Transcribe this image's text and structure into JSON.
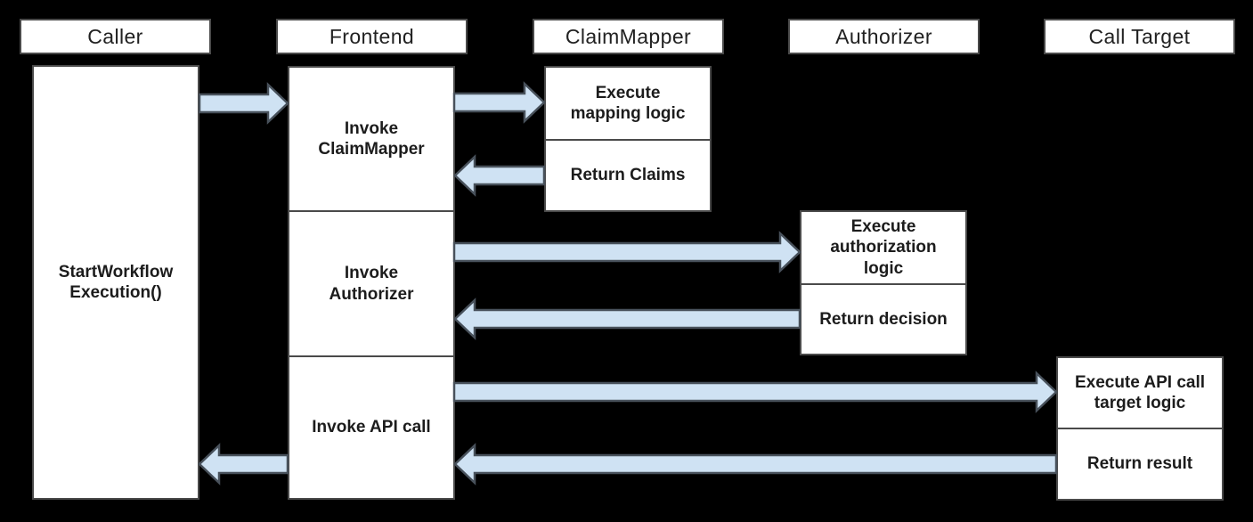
{
  "colors": {
    "background": "#000000",
    "box_fill": "#ffffff",
    "box_border": "#4a4a4a",
    "arrow_fill": "#cfe2f3",
    "arrow_stroke": "#48515b",
    "text": "#1c1c1c"
  },
  "lifelines": {
    "caller": {
      "title": "Caller",
      "steps": [
        "StartWorkflow\nExecution()"
      ]
    },
    "frontend": {
      "title": "Frontend",
      "steps": [
        "Invoke\nClaimMapper",
        "Invoke\nAuthorizer",
        "Invoke API call"
      ]
    },
    "claimmapper": {
      "title": "ClaimMapper",
      "steps": [
        "Execute\nmapping logic",
        "Return Claims"
      ]
    },
    "authorizer": {
      "title": "Authorizer",
      "steps": [
        "Execute\nauthorization\nlogic",
        "Return decision"
      ]
    },
    "calltarget": {
      "title": "Call Target",
      "steps": [
        "Execute API call\ntarget logic",
        "Return result"
      ]
    }
  },
  "arrows": [
    {
      "id": "caller-to-frontend",
      "from": "Caller",
      "to": "Frontend"
    },
    {
      "id": "frontend-to-claimmapper",
      "from": "Frontend",
      "to": "ClaimMapper"
    },
    {
      "id": "claimmapper-to-frontend",
      "from": "ClaimMapper",
      "to": "Frontend"
    },
    {
      "id": "frontend-to-authorizer",
      "from": "Frontend",
      "to": "Authorizer"
    },
    {
      "id": "authorizer-to-frontend",
      "from": "Authorizer",
      "to": "Frontend"
    },
    {
      "id": "frontend-to-calltarget",
      "from": "Frontend",
      "to": "Call Target"
    },
    {
      "id": "calltarget-to-frontend",
      "from": "Call Target",
      "to": "Frontend"
    },
    {
      "id": "frontend-to-caller",
      "from": "Frontend",
      "to": "Caller"
    }
  ]
}
